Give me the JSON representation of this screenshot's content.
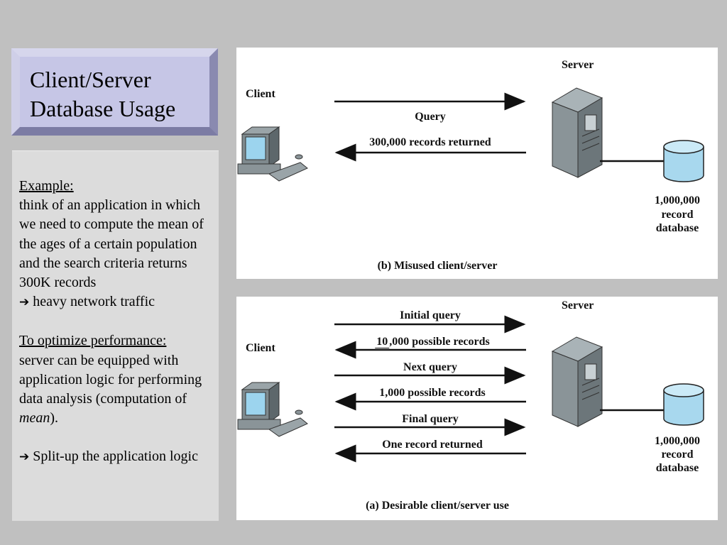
{
  "title": {
    "line1": "Client/Server",
    "line2": "Database Usage"
  },
  "body": {
    "example_heading": "Example:",
    "example_text": "think of an application in which we need to compute the mean of  the ages of a certain population  and the search criteria returns 300K records",
    "arrow_glyph": "➔",
    "consequence": "heavy network traffic",
    "optimize_heading": "To optimize performance:",
    "optimize_text_before": "server can be equipped with application logic for performing data analysis (computation of ",
    "optimize_text_em": "mean",
    "optimize_text_after": ").",
    "conclusion": "Split-up the application logic"
  },
  "diagram_b": {
    "client_label": "Client",
    "server_label": "Server",
    "messages": [
      "Query",
      "300,000  records returned"
    ],
    "database_label": [
      "1,000,000",
      "record",
      "database"
    ],
    "caption": "(b)  Misused client/server"
  },
  "diagram_a": {
    "client_label": "Client",
    "server_label": "Server",
    "messages": [
      "Initial query",
      "10",
      ",000 possible records",
      "Next query",
      "1,000 possible records",
      "Final query",
      "One record returned"
    ],
    "database_label": [
      "1,000,000",
      "record",
      "database"
    ],
    "caption": "(a)  Desirable client/server use"
  },
  "colors": {
    "background": "#c0c0c0",
    "title_bg": "#c6c6e6",
    "panel_bg": "#dcdcdc",
    "database": "#a8d8ee"
  }
}
